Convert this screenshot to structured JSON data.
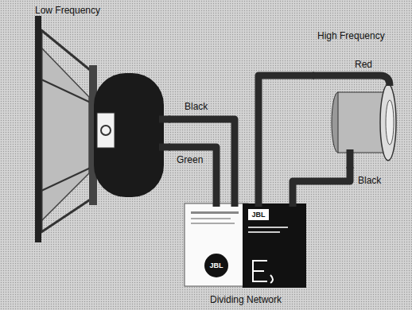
{
  "diagram": {
    "nodes": [
      {
        "text": [
          "Low Frequency"
        ]
      },
      {
        "text": [
          "High Frequency"
        ]
      },
      {
        "text": [
          "Dividing Network"
        ]
      }
    ],
    "edges": [
      {
        "from": 0,
        "to": 2,
        "arrow": "none",
        "label": "Black"
      },
      {
        "from": 0,
        "to": 2,
        "arrow": "none",
        "label": "Green"
      },
      {
        "from": 1,
        "to": 2,
        "arrow": "none",
        "label": "Red"
      },
      {
        "from": 1,
        "to": 2,
        "arrow": "none",
        "label": "Black"
      }
    ],
    "labels": [
      "JBL",
      "JBL"
    ]
  }
}
